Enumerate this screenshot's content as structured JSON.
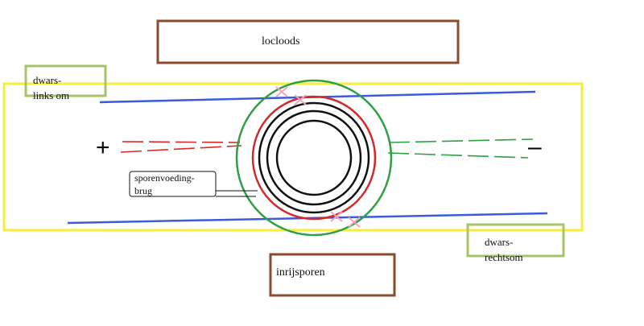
{
  "labels": {
    "locloods": "locloods",
    "dwars_links_line1": "dwars-",
    "dwars_links_line2": "links om",
    "sporenvoeding_line1": "sporenvoeding-",
    "sporenvoeding_line2": "brug",
    "inrijsporen": "inrijsporen",
    "dwars_rechts_line1": "dwars-",
    "dwars_rechts_line2": "rechtsom",
    "plus": "+",
    "minus": "–"
  },
  "colors": {
    "frame_yellow": "#f7ee3b",
    "box_brown": "#8a4b2e",
    "box_green": "#a8c46a",
    "track_blue": "#3b5bdb",
    "circle_green": "#2ea043",
    "circle_red": "#d42a2a",
    "circle_black": "#111111",
    "cross_pink": "#f4a3b8"
  }
}
